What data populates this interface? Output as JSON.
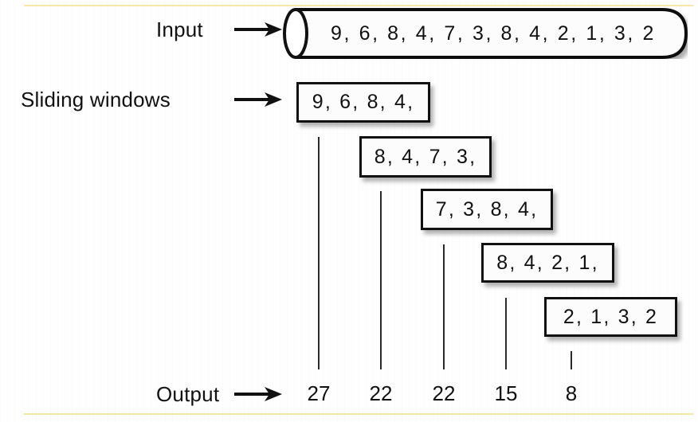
{
  "diagram": {
    "title_labels": {
      "input": "Input",
      "sliding_windows": "Sliding windows",
      "output": "Output"
    },
    "input_stream": {
      "values_text": "9, 6, 8, 4, 7, 3, 8, 4, 2, 1, 3, 2",
      "values": [
        9,
        6,
        8,
        4,
        7,
        3,
        8,
        4,
        2,
        1,
        3,
        2
      ],
      "shape": "cylinder"
    },
    "windows": [
      {
        "text": "9, 6, 8, 4,",
        "values": [
          9,
          6,
          8,
          4
        ],
        "output": "27"
      },
      {
        "text": "8, 4, 7, 3,",
        "values": [
          8,
          4,
          7,
          3
        ],
        "output": "22"
      },
      {
        "text": "7, 3, 8, 4,",
        "values": [
          7,
          3,
          8,
          4
        ],
        "output": "22"
      },
      {
        "text": "8, 4, 2, 1,",
        "values": [
          8,
          4,
          2,
          1
        ],
        "output": "15"
      },
      {
        "text": "2, 1, 3, 2",
        "values": [
          2,
          1,
          3,
          2
        ],
        "output": "8"
      }
    ],
    "outputs": [
      "27",
      "22",
      "22",
      "15",
      "8"
    ],
    "icons": {
      "arrow": "right-arrow-icon"
    },
    "colors": {
      "ink": "#111111",
      "rule": "#f6e6a8",
      "background": "#fefefe",
      "box_fill": "#fcfcfc"
    }
  }
}
